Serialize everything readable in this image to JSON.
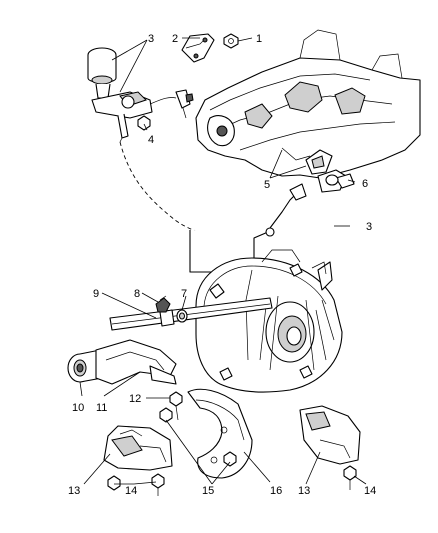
{
  "diagram": {
    "callouts": [
      {
        "id": "c1",
        "text": "1"
      },
      {
        "id": "c2",
        "text": "2"
      },
      {
        "id": "c3a",
        "text": "3"
      },
      {
        "id": "c4",
        "text": "4"
      },
      {
        "id": "c5",
        "text": "5"
      },
      {
        "id": "c6",
        "text": "6"
      },
      {
        "id": "c3b",
        "text": "3"
      },
      {
        "id": "c9",
        "text": "9"
      },
      {
        "id": "c8",
        "text": "8"
      },
      {
        "id": "c7",
        "text": "7"
      },
      {
        "id": "c10",
        "text": "10"
      },
      {
        "id": "c11",
        "text": "11"
      },
      {
        "id": "c12",
        "text": "12"
      },
      {
        "id": "c13a",
        "text": "13"
      },
      {
        "id": "c14a",
        "text": "14"
      },
      {
        "id": "c15",
        "text": "15"
      },
      {
        "id": "c16",
        "text": "16"
      },
      {
        "id": "c13b",
        "text": "13"
      },
      {
        "id": "c14b",
        "text": "14"
      }
    ]
  }
}
